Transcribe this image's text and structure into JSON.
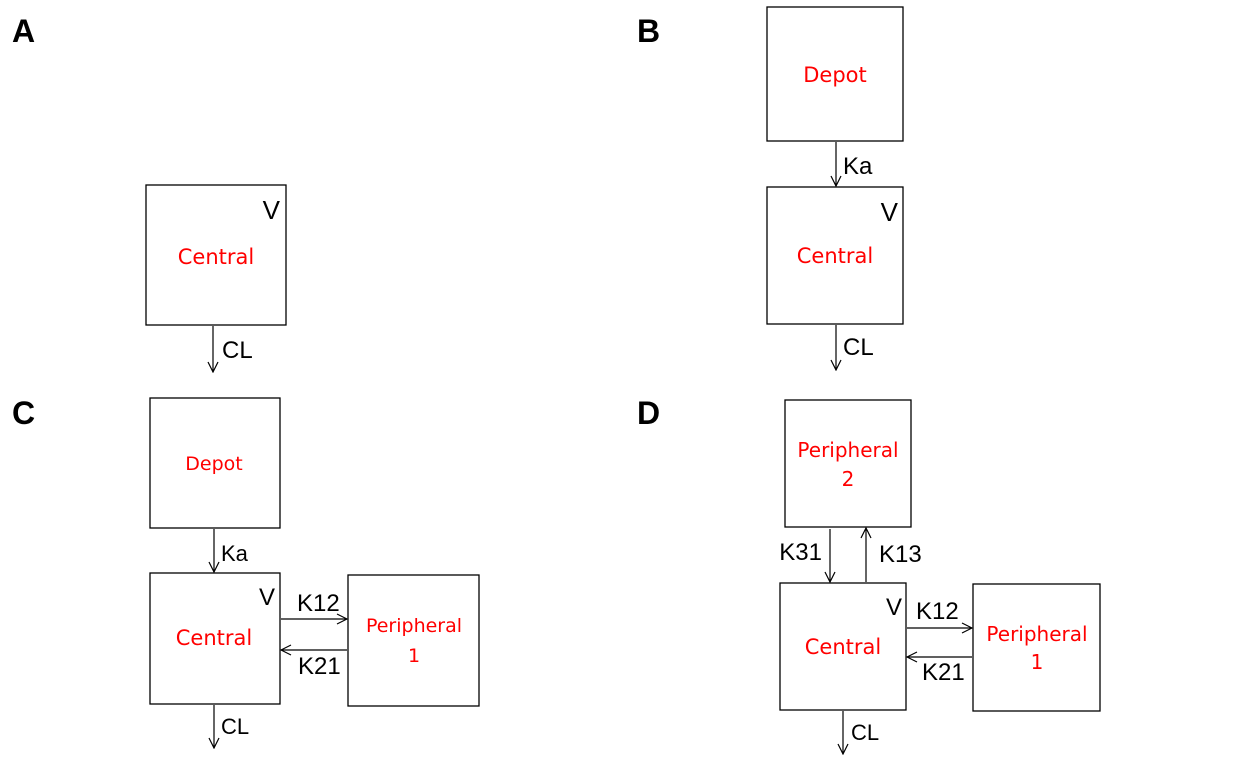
{
  "colors": {
    "compartment_text": "#ff0000",
    "lines": "#000000",
    "background": "#ffffff"
  },
  "panels": {
    "A": {
      "label": "A",
      "central": {
        "name": "Central",
        "volume": "V"
      },
      "elimination": "CL"
    },
    "B": {
      "label": "B",
      "depot": {
        "name": "Depot"
      },
      "absorption": "Ka",
      "central": {
        "name": "Central",
        "volume": "V"
      },
      "elimination": "CL"
    },
    "C": {
      "label": "C",
      "depot": {
        "name": "Depot"
      },
      "absorption": "Ka",
      "central": {
        "name": "Central",
        "volume": "V"
      },
      "peripheral1": {
        "line1": "Peripheral",
        "line2": "1"
      },
      "k12": "K12",
      "k21": "K21",
      "elimination": "CL"
    },
    "D": {
      "label": "D",
      "peripheral2": {
        "line1": "Peripheral",
        "line2": "2"
      },
      "k31": "K31",
      "k13": "K13",
      "central": {
        "name": "Central",
        "volume": "V"
      },
      "peripheral1": {
        "line1": "Peripheral",
        "line2": "1"
      },
      "k12": "K12",
      "k21": "K21",
      "elimination": "CL"
    }
  }
}
